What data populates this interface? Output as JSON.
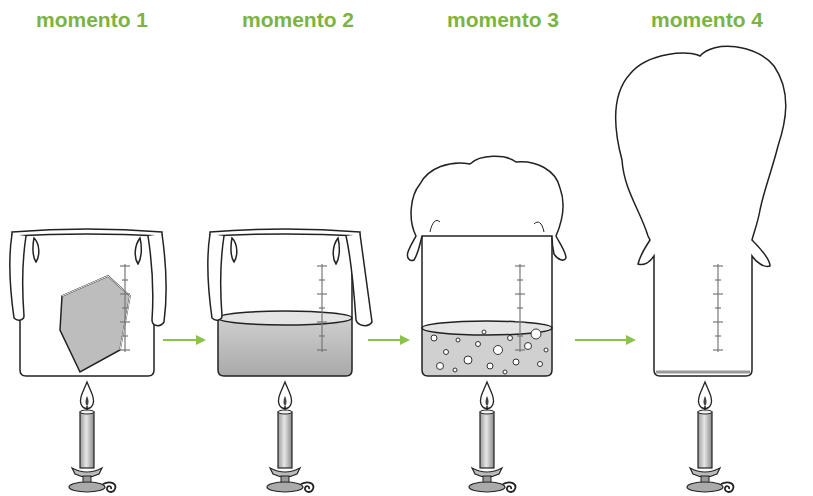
{
  "diagram": {
    "labels": [
      "momento 1",
      "momento 2",
      "momento 3",
      "momento 4"
    ]
  }
}
